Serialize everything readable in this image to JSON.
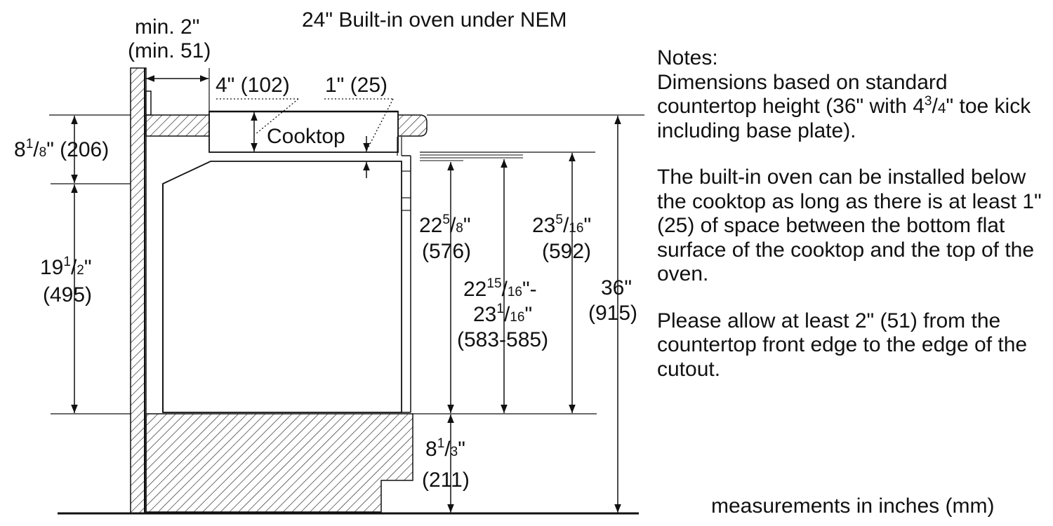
{
  "title": "24\" Built-in oven under NEM",
  "labels": {
    "min_top": "min. 2\"",
    "min_top_mm": "(min. 51)",
    "gap_4": "4\" (102)",
    "gap_1": "1\" (25)",
    "cooktop": "Cooktop",
    "d1_whole": "8",
    "d1_num": "1",
    "d1_den": "8",
    "d1_mm": "\" (206)",
    "d2_whole": "19",
    "d2_num": "1",
    "d2_den": "2",
    "d2_mm": "(495)",
    "d3_whole": "22",
    "d3_num": "5",
    "d3_den": "8",
    "d3_mm": "(576)",
    "d4_whole_a": "22",
    "d4_num_a": "15",
    "d4_den_a": "16",
    "d4_whole_b": "23",
    "d4_num_b": "1",
    "d4_den_b": "16",
    "d4_mm": "(583-585)",
    "d5_whole": "23",
    "d5_num": "5",
    "d5_den": "16",
    "d5_mm": "(592)",
    "d6_in": "36\"",
    "d6_mm": "(915)",
    "d7_whole": "8",
    "d7_num": "1",
    "d7_den": "3",
    "d7_mm": "(211)"
  },
  "notes": {
    "heading": "Notes:",
    "p1_a": "Dimensions based on standard countertop height (36\" with 4",
    "p1_num": "3",
    "p1_den": "4",
    "p1_b": "\" toe kick including base plate).",
    "p2": "The built-in oven can be installed below the cooktop as long as there is at least 1\" (25) of space between the bottom flat surface of the cooktop and the top of the oven.",
    "p3": "Please allow at least 2\" (51) from the countertop front edge to the edge of the cutout."
  },
  "footer": "measurements in inches (mm)"
}
